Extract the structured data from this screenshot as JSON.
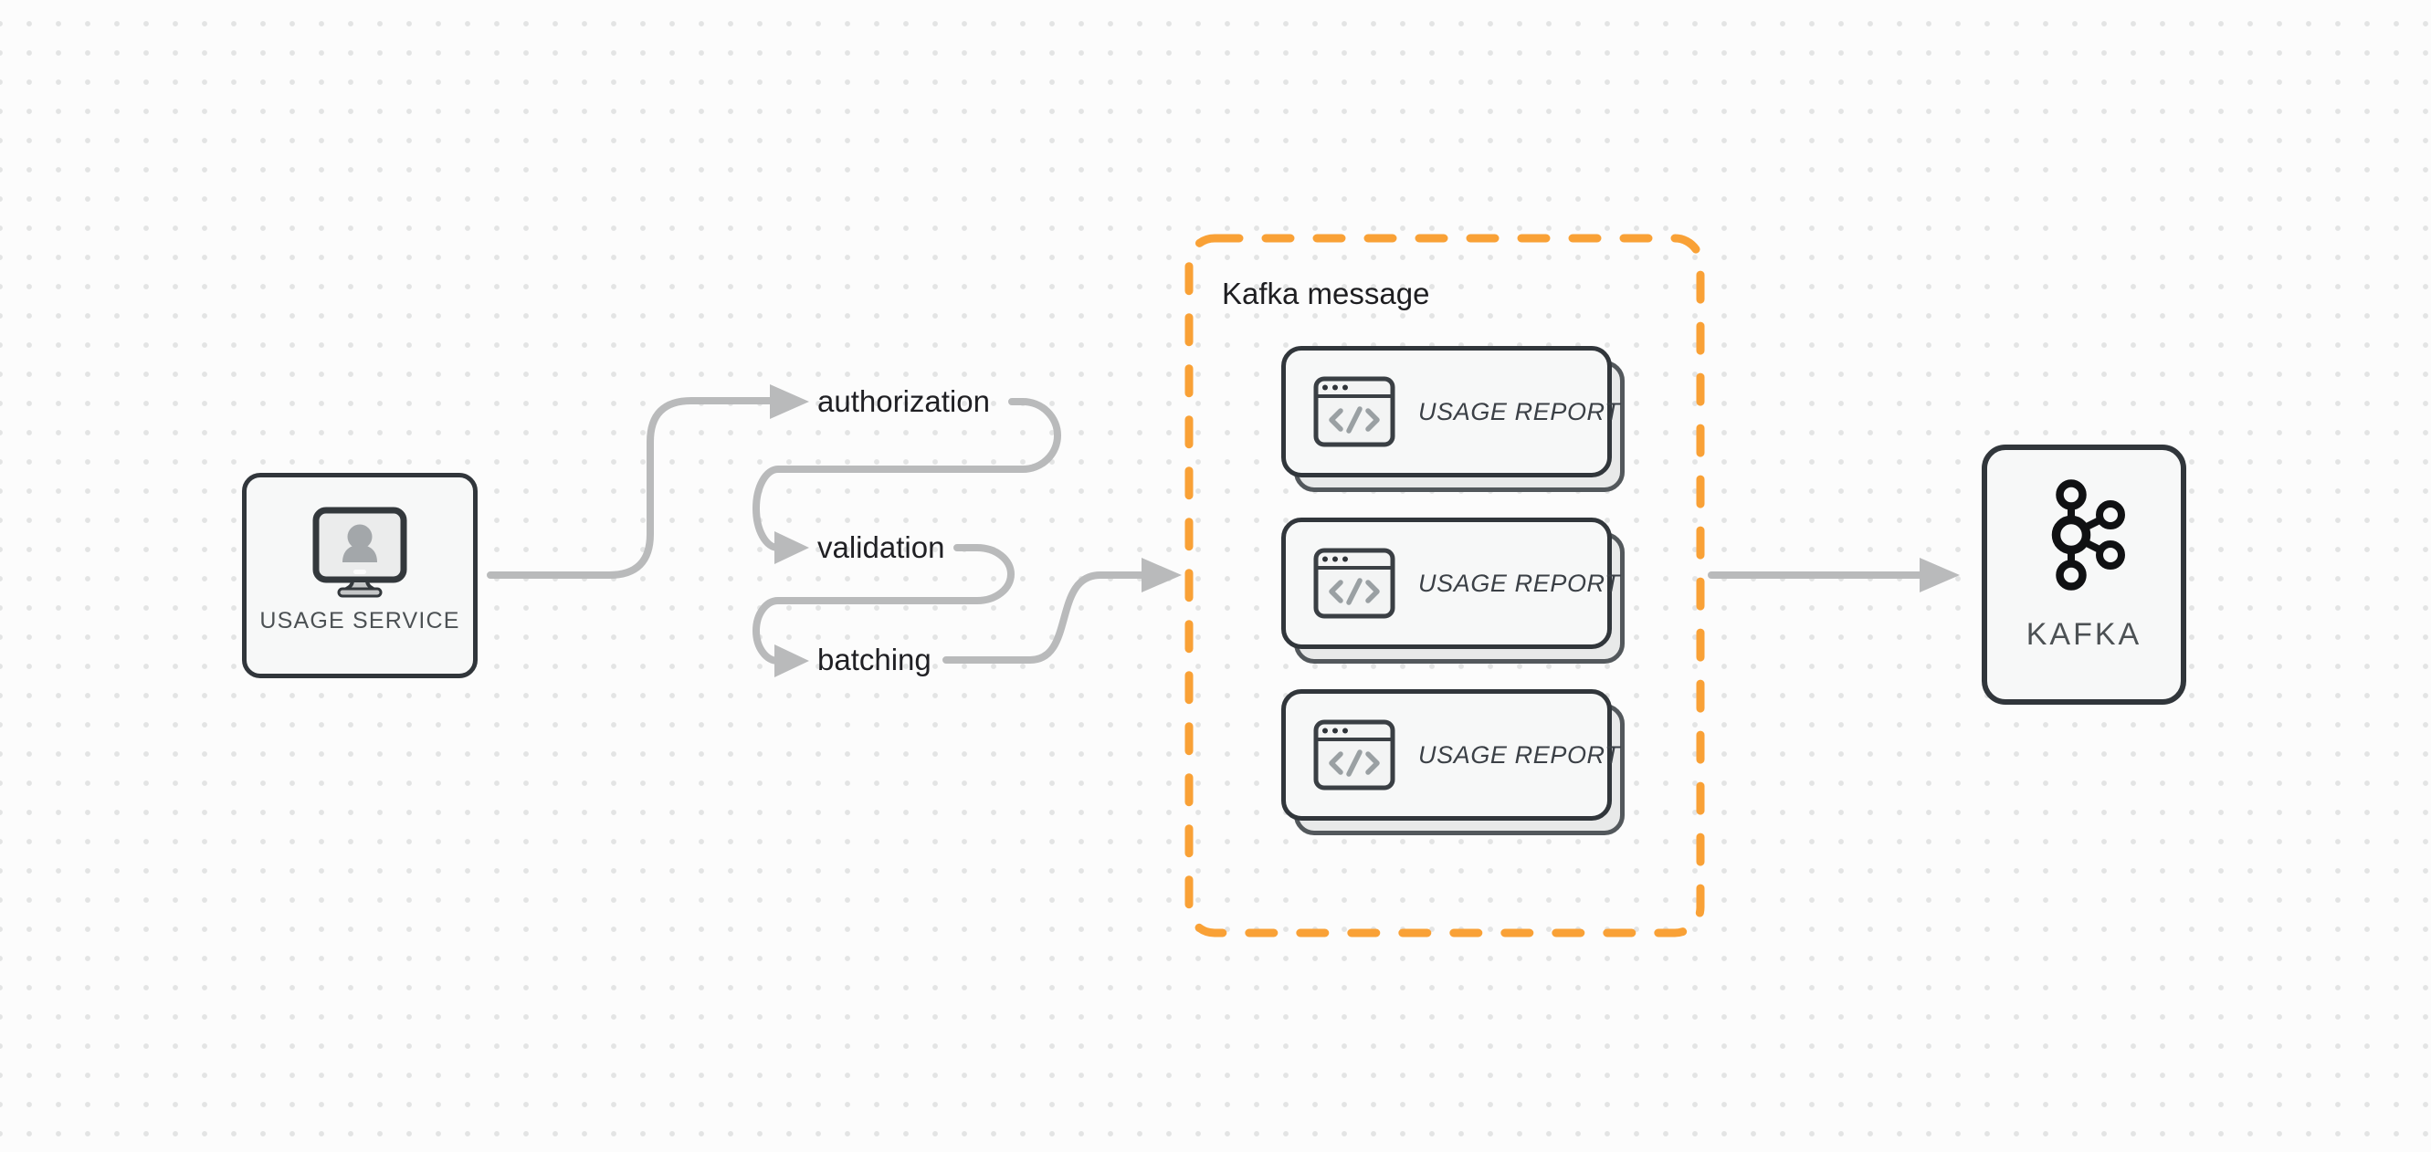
{
  "colors": {
    "background": "#fcfcfc",
    "dot_grid": "#e3e4e4",
    "node_border": "#31363b",
    "node_fill": "#f7f8f8",
    "arrow": "#b9babb",
    "accent_orange": "#f9a136",
    "step_text": "#202024",
    "node_label_text": "#4c5154"
  },
  "nodes": {
    "usage_service": {
      "label": "USAGE SERVICE",
      "icon": "monitor-user-icon"
    },
    "kafka": {
      "label": "KAFKA",
      "icon": "kafka-logo-icon"
    }
  },
  "steps": [
    {
      "label": "authorization"
    },
    {
      "label": "validation"
    },
    {
      "label": "batching"
    }
  ],
  "kafka_message_group": {
    "title": "Kafka message",
    "cards": [
      {
        "label": "USAGE REPORT",
        "icon": "code-window-icon"
      },
      {
        "label": "USAGE REPORT",
        "icon": "code-window-icon"
      },
      {
        "label": "USAGE REPORT",
        "icon": "code-window-icon"
      }
    ]
  }
}
